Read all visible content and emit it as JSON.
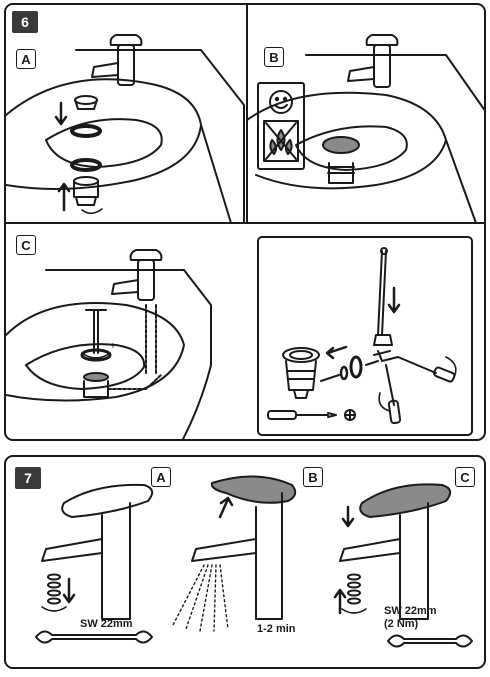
{
  "steps": {
    "step6": {
      "number": "6",
      "sub": {
        "a": "A",
        "b": "B",
        "c": "C"
      }
    },
    "step7": {
      "number": "7",
      "sub": {
        "a": "A",
        "b": "B",
        "c": "C"
      },
      "a_text": "SW 22mm",
      "b_text": "1-2 min",
      "c_text_line1": "SW 22mm",
      "c_text_line2": "(2 Nm)"
    }
  },
  "icons": [
    "smiley-icon",
    "no-plants-icon",
    "screwdriver-icon",
    "phillips-tip-icon",
    "wrench-icon",
    "rotation-arrow-icon",
    "down-arrow-icon",
    "up-arrow-icon"
  ],
  "colors": {
    "line": "#1a1a1a",
    "shade": "#8a8a8a",
    "dark": "#3a3a3a"
  }
}
